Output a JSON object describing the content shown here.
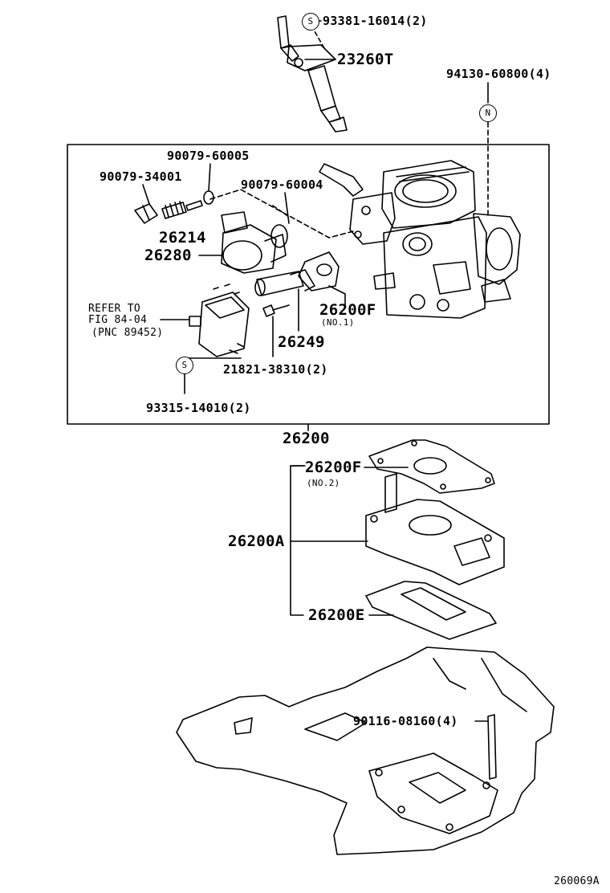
{
  "labels": {
    "p_93381": "93381-16014(2)",
    "p_23260t": "23260T",
    "p_94130": "94130-60800(4)",
    "p_90079_60005": "90079-60005",
    "p_90079_34001": "90079-34001",
    "p_90079_60004": "90079-60004",
    "p_26214": "26214",
    "p_26280": "26280",
    "refer_line1": "REFER TO",
    "refer_line2": "FIG 84-04",
    "refer_line3": "(PNC 89452)",
    "p_26200f_1": "26200F",
    "no1": "(NO.1)",
    "p_26249": "26249",
    "p_21821": "21821-38310(2)",
    "p_93315": "93315-14010(2)",
    "p_26200": "26200",
    "p_26200f_2": "26200F",
    "no2": "(NO.2)",
    "p_26200a": "26200A",
    "p_26200e": "26200E",
    "p_90116": "90116-08160(4)",
    "sym_s_top": "S",
    "sym_n": "N",
    "sym_s_bottom": "S",
    "figure_code": "260069A"
  },
  "icons": [
    "screw-s-symbol",
    "nut-n-symbol"
  ]
}
